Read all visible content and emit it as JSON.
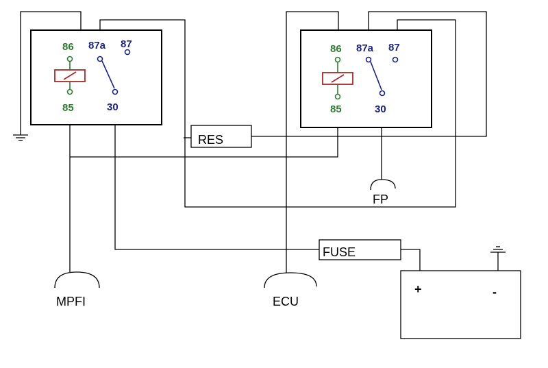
{
  "relay_left": {
    "pins": {
      "p86": "86",
      "p87a": "87a",
      "p87": "87",
      "p85": "85",
      "p30": "30"
    }
  },
  "relay_right": {
    "pins": {
      "p86": "86",
      "p87a": "87a",
      "p87": "87",
      "p85": "85",
      "p30": "30"
    }
  },
  "components": {
    "res": "RES",
    "fuse": "FUSE",
    "fp": "FP",
    "mpfi": "MPFI",
    "ecu": "ECU"
  },
  "battery": {
    "plus": "+",
    "minus": "-"
  },
  "colors": {
    "pin_green": "#2e7d32",
    "pin_navy": "#1a237e",
    "coil": "#a52a2a"
  }
}
